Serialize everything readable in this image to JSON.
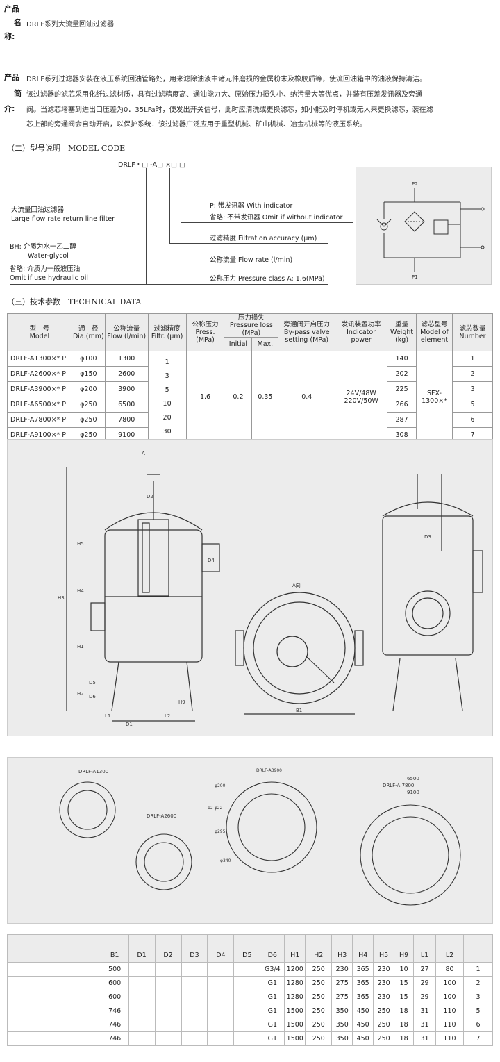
{
  "product": {
    "name_label_1": "产品",
    "name_label_2": "名",
    "name_label_3": "称:",
    "name_value": "DRLF系列大流量回油过滤器",
    "intro_label_1": "产品",
    "intro_label_2": "简",
    "intro_label_3": "介:",
    "intro_lines": [
      "DRLF系列过滤器安装在液压系统回油管路处，用来滤除油液中诸元件磨损的金属粉末及橡胶质等，使流回油箱中的油液保持清洁。",
      "该过滤器的滤芯采用化纤过滤材质，具有过滤精度高、通油能力大、原始压力损失小、纳污量大等优点，并装有压差发讯器及旁通",
      "阀。当滤芯堵塞到进出口压差为0．35LFa时，便发出开关信号，此时应清洗或更换滤芯，如小能及时停机或无人来更换滤芯，装在滤",
      "芯上部的旁通阀会自动开启，以保护系统．该过滤器广泛应用于重型机械、矿山机械、冶金机械等的液压系统。"
    ]
  },
  "model_code": {
    "section_title": "（二）型号说明　MODEL CODE",
    "code": "DRLF・□ -A□ ×□ □",
    "items": [
      {
        "cn": "大流量回油过滤器",
        "en": "Large flow rate return line filter"
      },
      {
        "cn": "BH: 介质为水一乙二醇",
        "en": "Water-glycol"
      },
      {
        "cn": "省略: 介质为一般液压油",
        "en": "Omit if use hydraulic oil"
      },
      {
        "cn": "P: 带发讯器  With indicator",
        "en": "省略: 不带发讯器  Omit if without indicator"
      },
      {
        "cn": "过滤精度  Filtration accuracy (μm)"
      },
      {
        "cn": "公称流量  Flow rate (l/min)"
      },
      {
        "cn": "公称压力  Pressure class A: 1.6(MPa)"
      }
    ],
    "schematic_labels": [
      "P2",
      "P1"
    ]
  },
  "tech": {
    "section_title": "（三）技术参数　TECHNICAL DATA",
    "headers": {
      "model": [
        "型　号",
        "Model"
      ],
      "dia": [
        "通　径",
        "Dia.(mm)"
      ],
      "flow": [
        "公称流量",
        "Flow (l/min)"
      ],
      "filtr": [
        "过滤精度",
        "Filtr. (μm)"
      ],
      "press": [
        "公称压力",
        "Press. (MPa)"
      ],
      "loss": [
        "压力损失",
        "Pressure loss (MPa)"
      ],
      "loss_initial": "Initial",
      "loss_max": "Max.",
      "bypass": [
        "旁通阀开启压力",
        "By-pass valve",
        "setting (MPa)"
      ],
      "indicator": [
        "发讯装置功率",
        "Indicator power"
      ],
      "weight": [
        "重量",
        "Weight",
        "(kg)"
      ],
      "element": [
        "滤芯型号",
        "Model of",
        "element"
      ],
      "number": [
        "滤芯数量",
        "Number"
      ]
    },
    "rows": [
      {
        "model": "DRLF-A1300×* P",
        "dia": "φ100",
        "flow": "1300",
        "weight": "140",
        "number": "1"
      },
      {
        "model": "DRLF-A2600×* P",
        "dia": "φ150",
        "flow": "2600",
        "weight": "202",
        "number": "2"
      },
      {
        "model": "DRLF-A3900×* P",
        "dia": "φ200",
        "flow": "3900",
        "weight": "225",
        "number": "3"
      },
      {
        "model": "DRLF-A6500×* P",
        "dia": "φ250",
        "flow": "6500",
        "weight": "266",
        "number": "5"
      },
      {
        "model": "DRLF-A7800×* P",
        "dia": "φ250",
        "flow": "7800",
        "weight": "287",
        "number": "6"
      },
      {
        "model": "DRLF-A9100×* P",
        "dia": "φ250",
        "flow": "9100",
        "weight": "308",
        "number": "7"
      }
    ],
    "filtr_values": [
      "1",
      "3",
      "5",
      "10",
      "20",
      "30"
    ],
    "press_value": "1.6",
    "loss_initial_value": "0.2",
    "loss_max_value": "0.35",
    "bypass_value": "0.4",
    "indicator_values": [
      "24V/48W",
      "220V/50W"
    ],
    "element_value": "SFX-1300×*"
  },
  "drawing": {
    "labels": [
      "A",
      "D2",
      "H5",
      "D4",
      "H4",
      "H3",
      "H1",
      "D5",
      "D6",
      "H2",
      "L1",
      "D1",
      "L2",
      "H9",
      "A向",
      "B1",
      "D3"
    ]
  },
  "flanges": {
    "labels": [
      "DRLF-A1300",
      "DRLF-A2600",
      "DRLF-A3900",
      "φ200",
      "12-φ22",
      "φ295",
      "φ340",
      "6500",
      "DRLF-A 7800",
      "9100"
    ]
  },
  "dims": {
    "headers": [
      "B1",
      "D1",
      "D2",
      "D3",
      "D4",
      "D5",
      "D6",
      "H1",
      "H2",
      "H3",
      "H4",
      "H5",
      "H9",
      "L1",
      "L2",
      ""
    ],
    "rows": [
      [
        "500",
        "",
        "",
        "",
        "",
        "",
        "G3/4",
        "1200",
        "250",
        "230",
        "365",
        "230",
        "10",
        "27",
        "80",
        "1"
      ],
      [
        "600",
        "",
        "",
        "",
        "",
        "",
        "G1",
        "1280",
        "250",
        "275",
        "365",
        "230",
        "15",
        "29",
        "100",
        "2"
      ],
      [
        "600",
        "",
        "",
        "",
        "",
        "",
        "G1",
        "1280",
        "250",
        "275",
        "365",
        "230",
        "15",
        "29",
        "100",
        "3"
      ],
      [
        "746",
        "",
        "",
        "",
        "",
        "",
        "G1",
        "1500",
        "250",
        "350",
        "450",
        "250",
        "18",
        "31",
        "110",
        "5"
      ],
      [
        "746",
        "",
        "",
        "",
        "",
        "",
        "G1",
        "1500",
        "250",
        "350",
        "450",
        "250",
        "18",
        "31",
        "110",
        "6"
      ],
      [
        "746",
        "",
        "",
        "",
        "",
        "",
        "G1",
        "1500",
        "250",
        "350",
        "450",
        "250",
        "18",
        "31",
        "110",
        "7"
      ]
    ]
  }
}
